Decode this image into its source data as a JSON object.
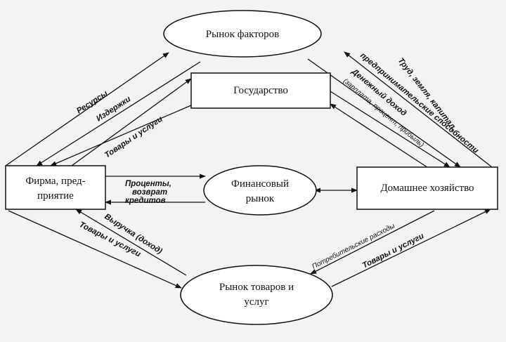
{
  "nodes": {
    "factor_market": "Рынок факторов",
    "government": "Государство",
    "firm_line1": "Фирма, пред-",
    "firm_line2": "приятие",
    "financial_line1": "Финансовый",
    "financial_line2": "рынок",
    "household": "Домашнее хозяйство",
    "goods_line1": "Рынок товаров и",
    "goods_line2": "услуг"
  },
  "flows": {
    "resources": "Ресурсы",
    "costs": "Издержки",
    "goods_to_gov": "Товары и услуги",
    "interest_line1": "Проценты,",
    "interest_line2": "возврат",
    "interest_line3": "кредитов",
    "revenue": "Выручка (доход)",
    "goods_from_firm": "Товары и услуги",
    "consumer_spending": "Потребительские расходы",
    "goods_to_household": "Товары и услуги",
    "labor_line1": "Труд, земля, капитал,",
    "labor_line2": "предпринимательские способности",
    "income_line1": "Денежный доход",
    "income_line2": "(зарплата, процент, прибыль)"
  }
}
